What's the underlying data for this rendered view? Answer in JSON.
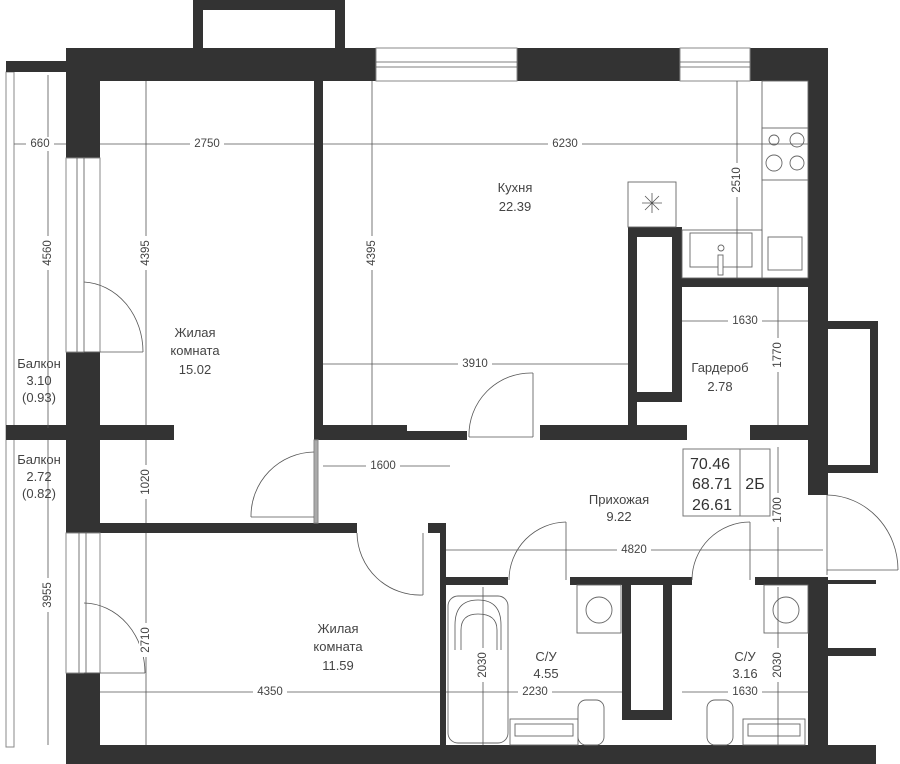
{
  "plan": {
    "apartment_type": "2Б",
    "area_total": "70.46",
    "area_without_balcony": "68.71",
    "area_living": "26.61"
  },
  "rooms": {
    "kitchen": {
      "name": "Кухня",
      "area": "22.39"
    },
    "living1": {
      "name1": "Жилая",
      "name2": "комната",
      "area": "15.02"
    },
    "living2": {
      "name1": "Жилая",
      "name2": "комната",
      "area": "11.59"
    },
    "wardrobe": {
      "name": "Гардероб",
      "area": "2.78"
    },
    "hallway": {
      "name": "Прихожая",
      "area": "9.22"
    },
    "bath1": {
      "name": "С/У",
      "area": "4.55"
    },
    "bath2": {
      "name": "С/У",
      "area": "3.16"
    },
    "balcony1": {
      "name": "Балкон",
      "area": "3.10",
      "reduced": "(0.93)"
    },
    "balcony2": {
      "name": "Балкон",
      "area": "2.72",
      "reduced": "(0.82)"
    }
  },
  "dims": {
    "d660": "660",
    "d2750": "2750",
    "d6230": "6230",
    "d4560": "4560",
    "d4395a": "4395",
    "d4395b": "4395",
    "d2510": "2510",
    "d1630a": "1630",
    "d1770": "1770",
    "d3910": "3910",
    "d1600": "1600",
    "d1020": "1020",
    "d3955": "3955",
    "d2710": "2710",
    "d4350": "4350",
    "d4820": "4820",
    "d1700": "1700",
    "d2030a": "2030",
    "d2230": "2230",
    "d2030b": "2030",
    "d1630b": "1630"
  }
}
